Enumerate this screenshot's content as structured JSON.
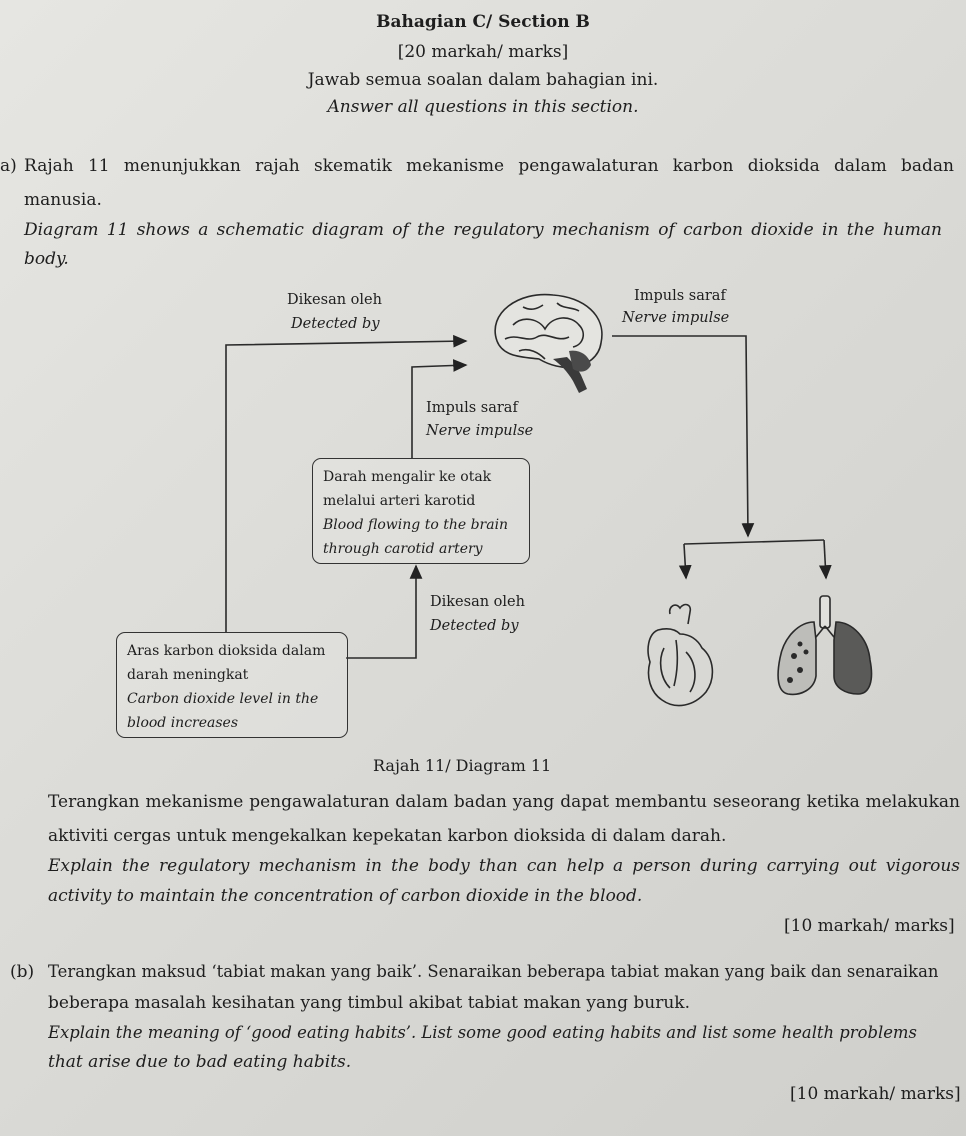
{
  "header": {
    "section": "Bahagian C/ Section B",
    "marks": "[20 markah/ marks]",
    "instruction_ms": "Jawab semua soalan dalam bahagian ini.",
    "instruction_en": "Answer all questions in this section."
  },
  "question_a": {
    "label": "a)",
    "intro_ms_1": "Rajah 11 menunjukkan rajah skematik mekanisme pengawalaturan karbon dioksida dalam badan",
    "intro_ms_2": "manusia.",
    "intro_en_1": "Diagram 11 shows a schematic diagram of the regulatory mechanism of carbon dioxide in the human",
    "intro_en_2": "body.",
    "diagram": {
      "detected_top_ms": "Dikesan oleh",
      "detected_top_en": "Detected by",
      "nerve_right_ms": "Impuls saraf",
      "nerve_right_en": "Nerve impulse",
      "nerve_mid_ms": "Impuls saraf",
      "nerve_mid_en": "Nerve impulse",
      "blood_box_ms_1": "Darah mengalir ke otak",
      "blood_box_ms_2": "melalui arteri karotid",
      "blood_box_en_1": "Blood flowing to the brain",
      "blood_box_en_2": "through carotid artery",
      "detected_bottom_ms": "Dikesan oleh",
      "detected_bottom_en": "Detected by",
      "co2_box_ms_1": "Aras karbon dioksida dalam",
      "co2_box_ms_2": "darah meningkat",
      "co2_box_en_1": "Carbon dioxide level in the",
      "co2_box_en_2": "blood increases",
      "caption": "Rajah 11/ Diagram 11",
      "icons": [
        "brain-icon",
        "heart-icon",
        "lungs-icon"
      ]
    },
    "task_ms_1": "Terangkan mekanisme pengawalaturan dalam badan yang dapat membantu seseorang ketika melakukan",
    "task_ms_2": "aktiviti cergas untuk mengekalkan kepekatan karbon dioksida di dalam darah.",
    "task_en_1": "Explain the regulatory mechanism in the body than can help a person during carrying out vigorous",
    "task_en_2": "activity to maintain the concentration of carbon dioxide in the blood.",
    "marks": "[10 markah/ marks]"
  },
  "question_b": {
    "label": "(b)",
    "text_ms_1": "Terangkan maksud ‘tabiat makan yang baik’. Senaraikan beberapa tabiat makan yang baik dan senaraikan",
    "text_ms_2": "beberapa masalah kesihatan yang timbul akibat tabiat makan yang buruk.",
    "text_en_1": "Explain the meaning of ‘good eating habits’. List some good eating habits and list some health problems",
    "text_en_2": "that arise due to bad eating habits.",
    "marks": "[10 markah/ marks]"
  }
}
